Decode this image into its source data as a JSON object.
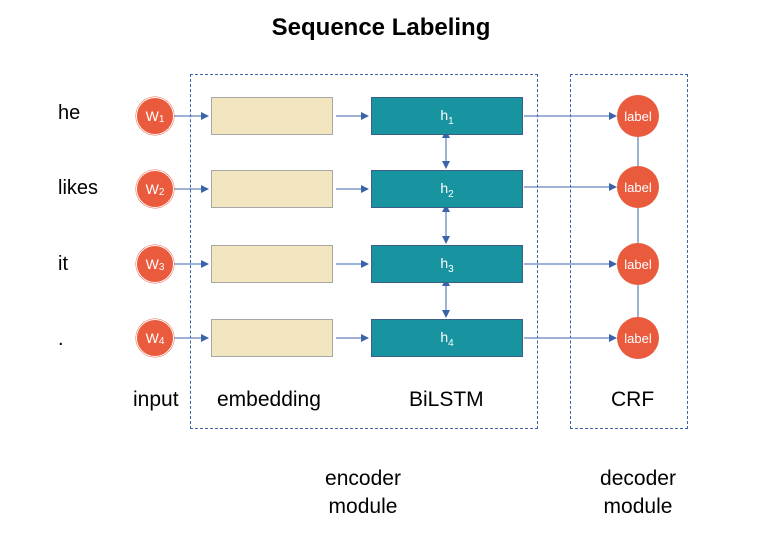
{
  "title": "Sequence Labeling",
  "rows": [
    {
      "word": "he",
      "w": "W",
      "sub": "1",
      "h": "h",
      "hsub": "1",
      "label": "label"
    },
    {
      "word": "likes",
      "w": "W",
      "sub": "2",
      "h": "h",
      "hsub": "2",
      "label": "label"
    },
    {
      "word": "it",
      "w": "W",
      "sub": "3",
      "h": "h",
      "hsub": "3",
      "label": "label"
    },
    {
      "word": ".",
      "w": "W",
      "sub": "4",
      "h": "h",
      "hsub": "4",
      "label": "label"
    }
  ],
  "columns": {
    "input": "input",
    "embedding": "embedding",
    "bilstm": "BiLSTM",
    "crf": "CRF"
  },
  "modules": {
    "encoder": [
      "encoder",
      "module"
    ],
    "decoder": [
      "decoder",
      "module"
    ]
  },
  "colors": {
    "circle": "#ea5a3d",
    "embedding": "#f2e6c0",
    "hidden": "#17949f",
    "arrow": "#3b63a8"
  }
}
